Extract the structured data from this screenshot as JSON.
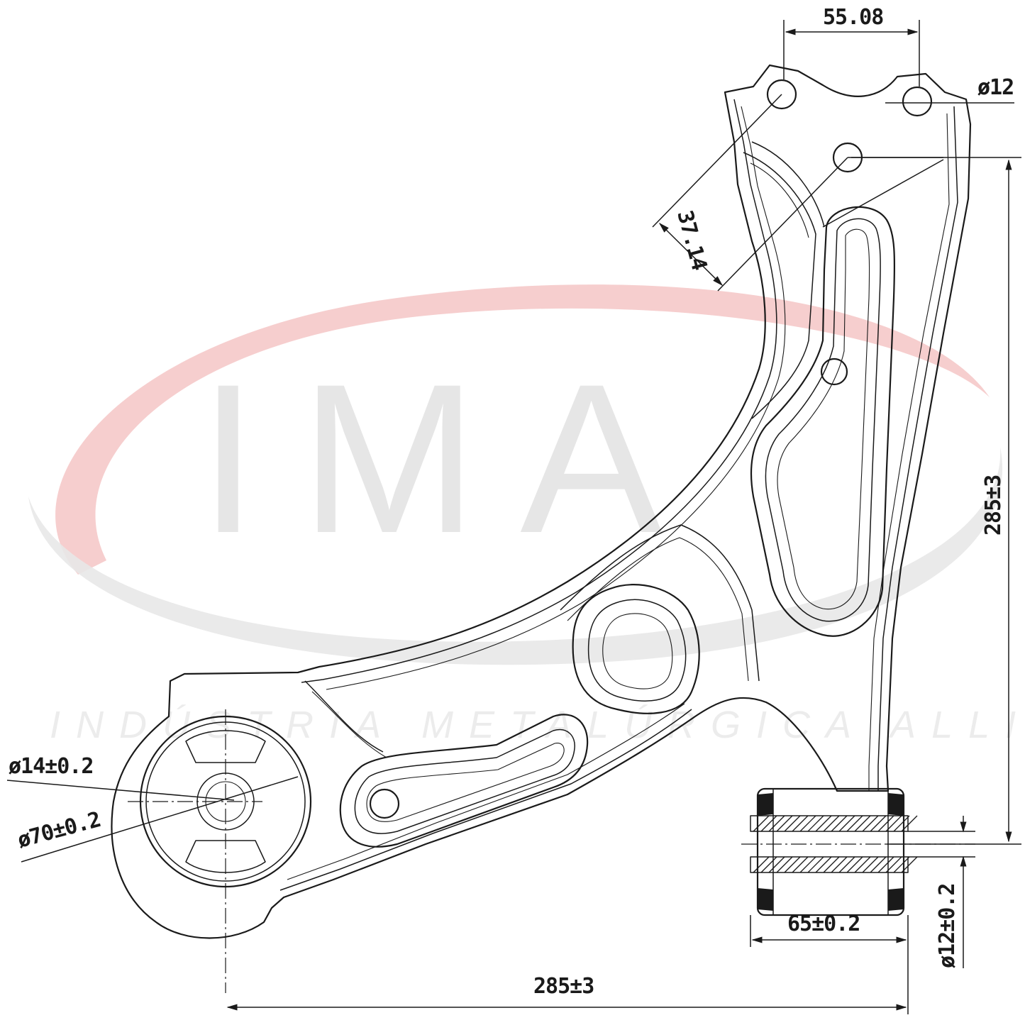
{
  "watermark": {
    "brand": "IMA",
    "subtitle": "INDÚSTRIA METALÚRGICA ALLI",
    "colors": {
      "swoosh": "#e23b3b",
      "letters": "#e6e6e6"
    }
  },
  "dimensions": {
    "top_hole_spacing": "55.08",
    "top_hole_diameter": "ø12",
    "diagonal_hole_spacing": "37.14",
    "overall_height": "285±3",
    "ball_joint_pin_diameter": "ø14±0.2",
    "ball_joint_housing_diameter": "ø70±0.2",
    "bushing_width": "65±0.2",
    "bushing_bore_diameter": "ø12±0.2",
    "overall_width": "285±3"
  }
}
